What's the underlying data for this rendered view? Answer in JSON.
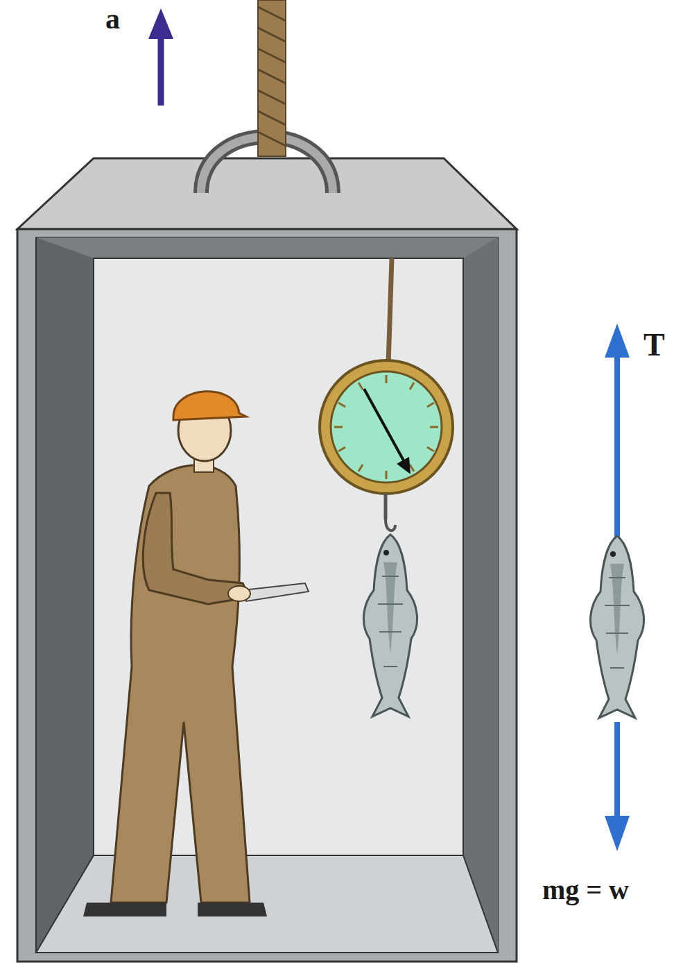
{
  "diagram": {
    "labels": [
      "a",
      "T",
      "mg = w"
    ]
  }
}
